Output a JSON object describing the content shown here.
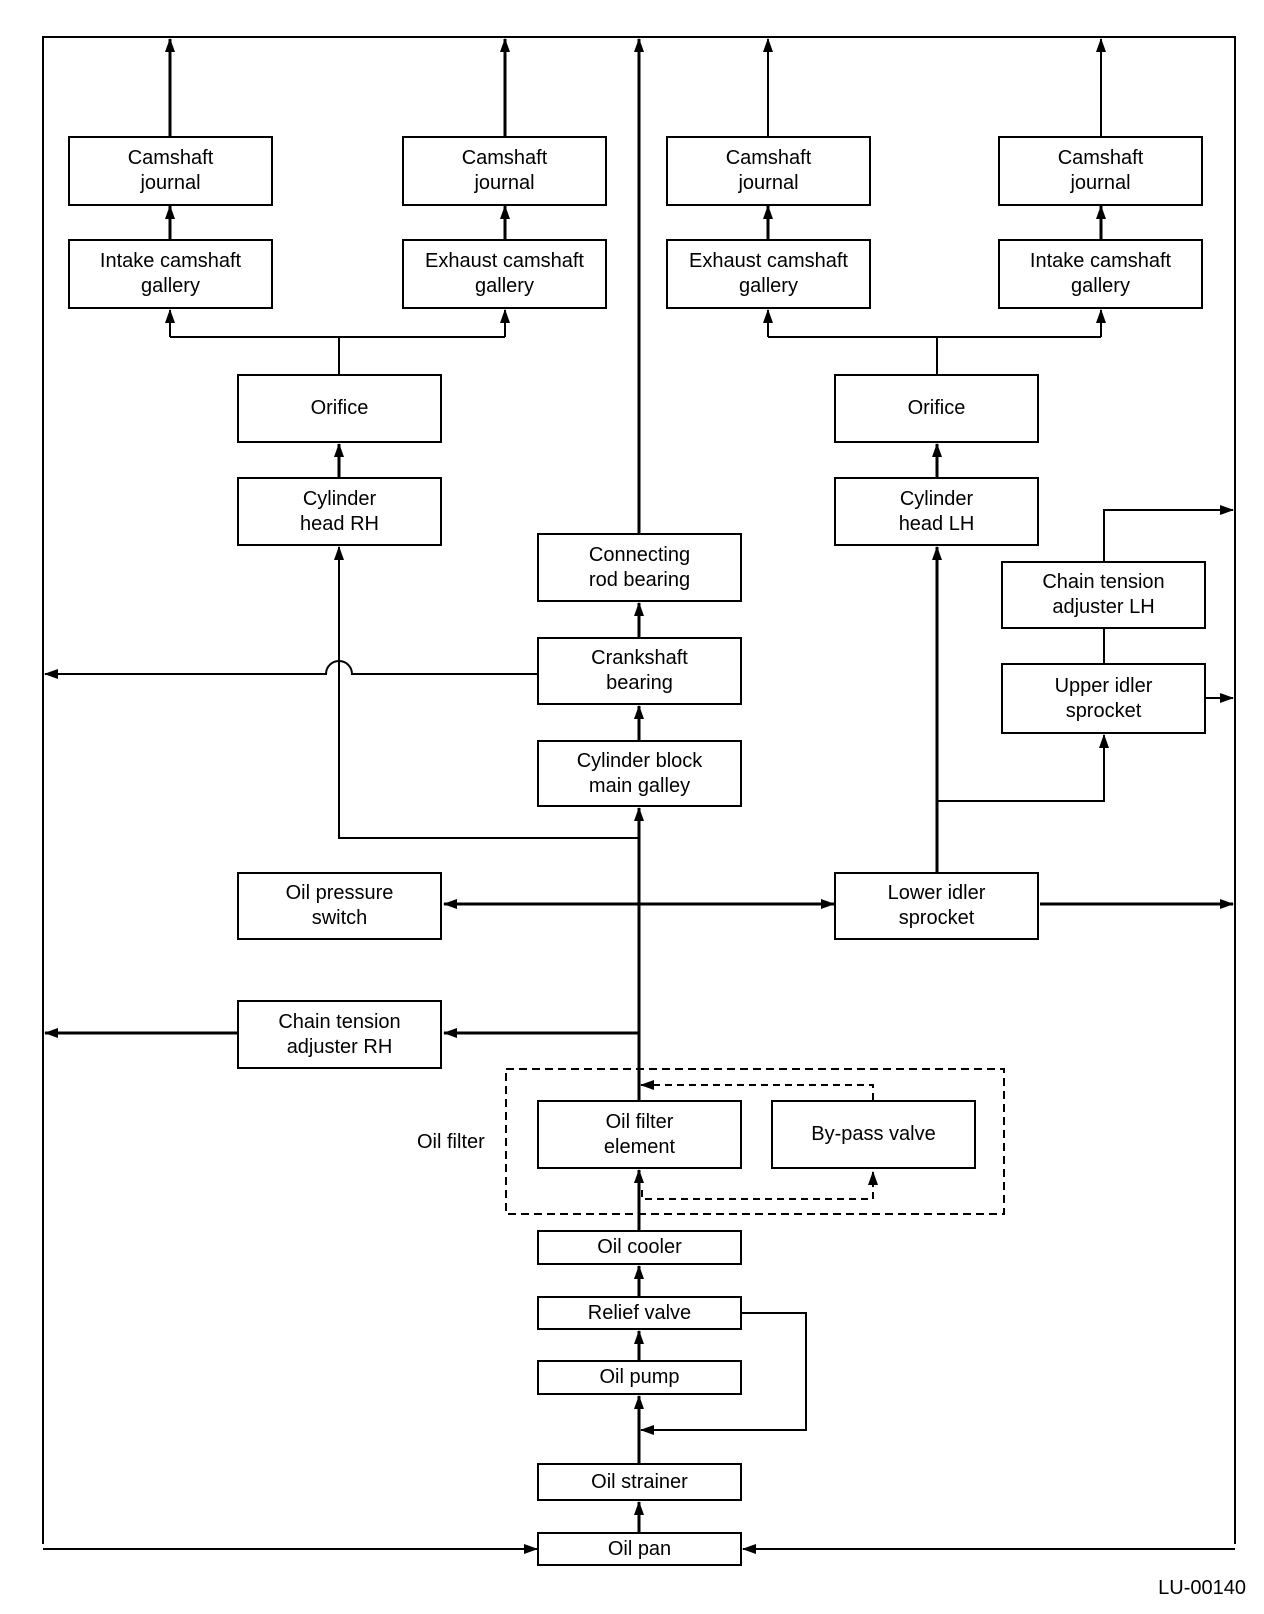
{
  "figure_id": "LU-00140",
  "oil_filter_label": "Oil filter",
  "boxes": {
    "camshaft_journal_1": "Camshaft\njournal",
    "camshaft_journal_2": "Camshaft\njournal",
    "camshaft_journal_3": "Camshaft\njournal",
    "camshaft_journal_4": "Camshaft\njournal",
    "intake_camshaft_gallery_rh": "Intake camshaft\ngallery",
    "exhaust_camshaft_gallery_rh": "Exhaust camshaft\ngallery",
    "exhaust_camshaft_gallery_lh": "Exhaust camshaft\ngallery",
    "intake_camshaft_gallery_lh": "Intake camshaft\ngallery",
    "orifice_rh": "Orifice",
    "orifice_lh": "Orifice",
    "cylinder_head_rh": "Cylinder\nhead RH",
    "cylinder_head_lh": "Cylinder\nhead LH",
    "connecting_rod_bearing": "Connecting\nrod bearing",
    "chain_tension_adjuster_lh": "Chain tension\nadjuster LH",
    "crankshaft_bearing": "Crankshaft\nbearing",
    "upper_idler_sprocket": "Upper idler\nsprocket",
    "cylinder_block_main_galley": "Cylinder block\nmain galley",
    "oil_pressure_switch": "Oil pressure\nswitch",
    "lower_idler_sprocket": "Lower idler\nsprocket",
    "chain_tension_adjuster_rh": "Chain tension\nadjuster RH",
    "oil_filter_element": "Oil filter\nelement",
    "bypass_valve": "By-pass valve",
    "oil_cooler": "Oil cooler",
    "relief_valve": "Relief valve",
    "oil_pump": "Oil pump",
    "oil_strainer": "Oil strainer",
    "oil_pan": "Oil pan"
  }
}
